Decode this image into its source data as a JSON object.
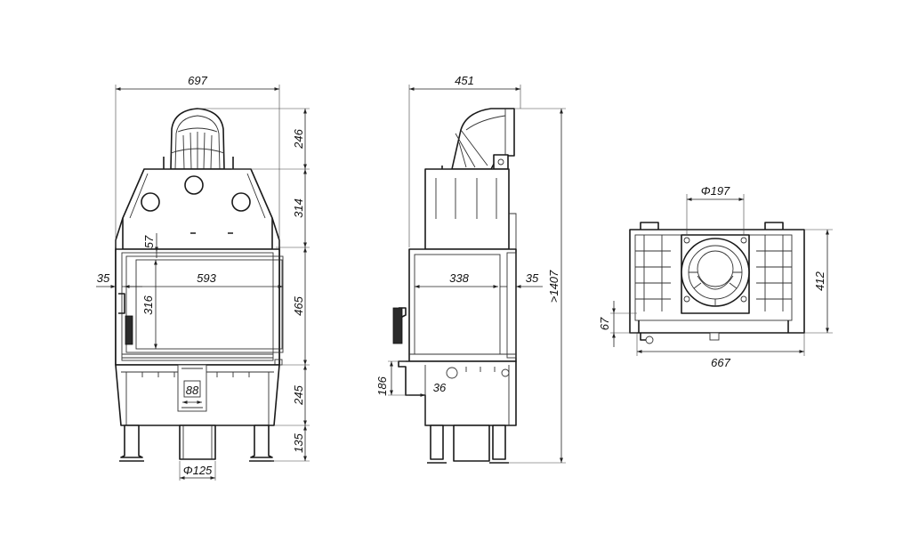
{
  "front_view": {
    "width": "697",
    "handle_height": "246",
    "top_height": "314",
    "glass_offset": "57",
    "side_offset": "35",
    "glass_width": "593",
    "glass_height": "316",
    "door_height": "465",
    "outlet_width": "88",
    "base_height": "245",
    "leg_height": "135",
    "inlet_diameter": "Φ125"
  },
  "side_view": {
    "depth": "451",
    "total_height": ">1407",
    "glass_depth": "338",
    "side_offset": "35",
    "inlet_height": "186",
    "inlet_width": "36"
  },
  "top_view": {
    "flue_diameter": "Φ197",
    "depth": "412",
    "offset": "67",
    "width": "667"
  }
}
